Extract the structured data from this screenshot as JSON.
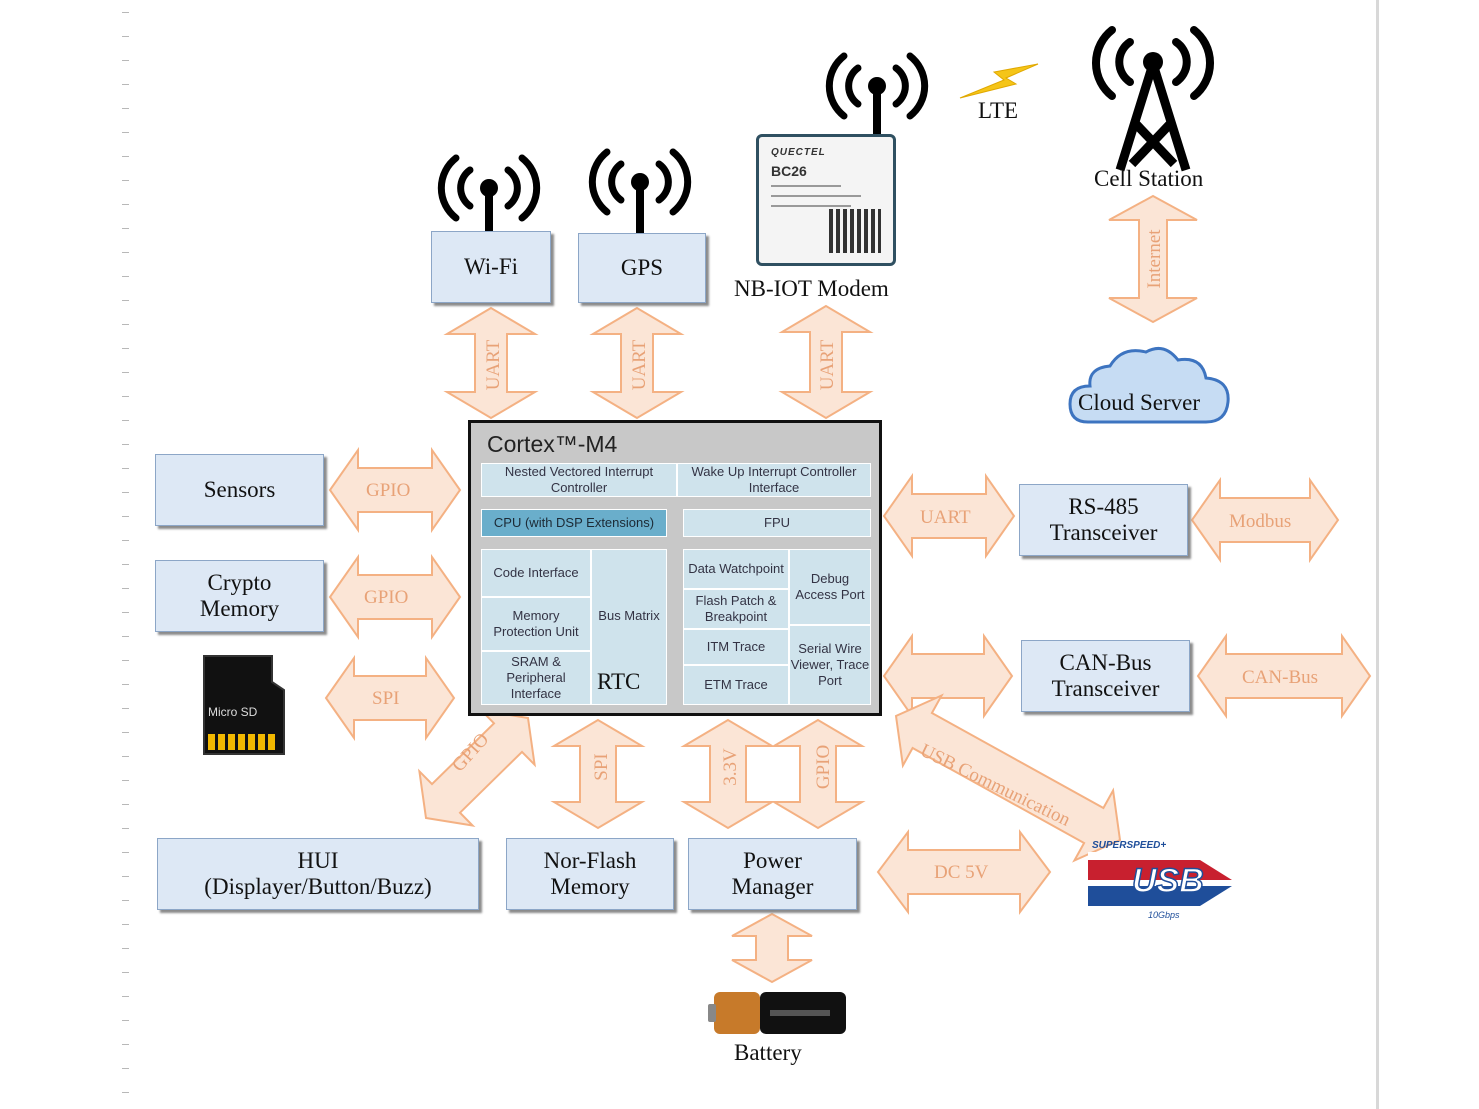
{
  "cortex": {
    "title": "Cortex™-M4",
    "nvic": "Nested Vectored Interrupt Controller",
    "wakeup": "Wake Up Interrupt Controller Interface",
    "cpu": "CPU (with DSP Extensions)",
    "fpu": "FPU",
    "code_interface": "Code Interface",
    "mpu": "Memory Protection Unit",
    "sram": "SRAM & Peripheral Interface",
    "bus_matrix": "Bus Matrix",
    "rtc": "RTC",
    "dwt": "Data Watchpoint",
    "fpb": "Flash Patch & Breakpoint",
    "itm": "ITM Trace",
    "etm": "ETM Trace",
    "dap": "Debug Access Port",
    "swv": "Serial Wire Viewer, Trace Port"
  },
  "blocks": {
    "wifi": "Wi-Fi",
    "gps": "GPS",
    "nbiot": "NB-IOT Modem",
    "lte": "LTE",
    "cell_station": "Cell Station",
    "cloud_server": "Cloud Server",
    "sensors": "Sensors",
    "crypto_memory": [
      "Crypto",
      "Memory"
    ],
    "rs485": [
      "RS-485",
      "Transceiver"
    ],
    "canbus": [
      "CAN-Bus",
      "Transceiver"
    ],
    "hui": [
      "HUI",
      "(Displayer/Button/Buzz)"
    ],
    "norflash": [
      "Nor-Flash",
      "Memory"
    ],
    "power_manager": [
      "Power",
      "Manager"
    ],
    "battery": "Battery",
    "microsd": "Micro SD"
  },
  "connections": {
    "wifi_uart": "UART",
    "gps_uart": "UART",
    "modem_uart": "UART",
    "internet": "Internet",
    "sensors_gpio": "GPIO",
    "crypto_gpio": "GPIO",
    "microsd_spi": "SPI",
    "rs485_uart": "UART",
    "modbus": "Modbus",
    "canbus_link": "CAN-Bus",
    "hui_gpio": "GPIO",
    "norflash_spi": "SPI",
    "power_3v3": "3.3V",
    "power_gpio": "GPIO",
    "usb_comm": "USB Communication",
    "dc5v": "DC 5V"
  },
  "modem_chip": {
    "brand": "QUECTEL",
    "model": "BC26"
  },
  "usb_logo": {
    "top": "SUPERSPEED+",
    "main": "USB",
    "bottom": "10Gbps"
  },
  "colors": {
    "box_fill": "#dde8f5",
    "arrow_fill": "#fbe5d6",
    "arrow_stroke": "#f4b183",
    "label": "#e8a277",
    "cortex_panel": "#cfe3ec",
    "cpu_fill": "#6aaecb",
    "usb_blue": "#1f4e9a",
    "usb_red": "#c8202f",
    "lightning": "#f5c518",
    "cloud": "#c6dcf3"
  }
}
